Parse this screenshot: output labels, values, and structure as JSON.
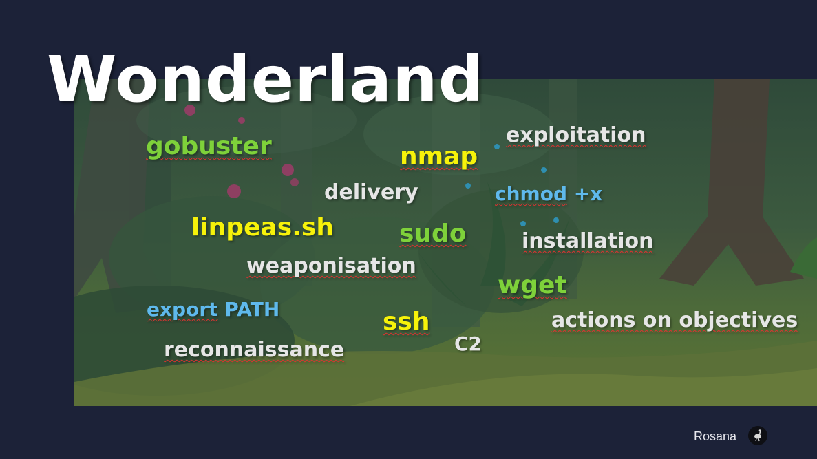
{
  "slide": {
    "title": "Wonderland",
    "author": "Rosana"
  },
  "words": {
    "gobuster": "gobuster",
    "nmap": "nmap",
    "exploitation": "exploitation",
    "delivery": "delivery",
    "chmod": "chmod",
    "plus_x": " +x",
    "linpeas": "linpeas.sh",
    "sudo": "sudo",
    "installation": "installation",
    "weaponisation": "weaponisation",
    "wget": "wget",
    "export": "export",
    "path": " PATH",
    "ssh": "ssh",
    "actions_on": "actions on objectives",
    "c2": "C2",
    "reconnaissance": "reconnaissance"
  },
  "colors": {
    "background": "#1c2238",
    "green": "#7ed13a",
    "yellow": "#f7f20a",
    "blue": "#5fb9ec",
    "grey": "#e6e6e6"
  },
  "icons": {
    "avatar": "ostrich-avatar-icon"
  }
}
